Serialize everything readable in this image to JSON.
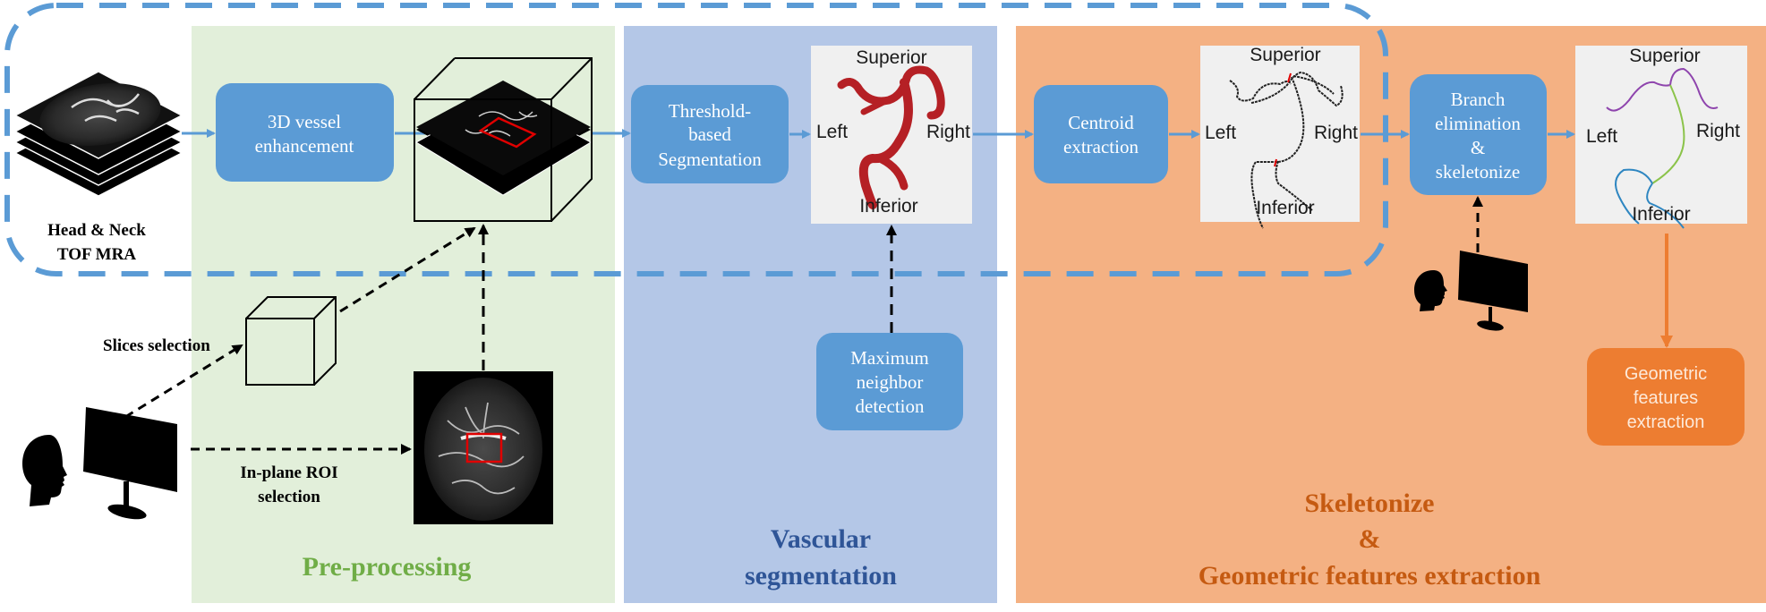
{
  "colors": {
    "preprocessing_bg": "#e2efda",
    "segmentation_bg": "#b4c7e7",
    "skeleton_bg": "#f4b183",
    "process_box": "#5b9bd5",
    "feature_box": "#ed7d31",
    "flow_arrow": "#5b9bd5",
    "orange_arrow": "#ed7d31",
    "dashed_outline": "#5b9bd5",
    "preprocessing_title": "#70ad47",
    "segmentation_title": "#2f5597",
    "skeleton_title": "#c55a11",
    "roi_box": "#e00000",
    "vessel_red": "#b52025"
  },
  "input": {
    "label_line1": "Head & Neck",
    "label_line2": "TOF MRA",
    "icon": "mra-slice-stack-icon"
  },
  "stages": {
    "preprocessing": {
      "title": "Pre-processing",
      "enhancement_box": [
        "3D vessel",
        "enhancement"
      ],
      "slices_selection_label": "Slices selection",
      "roi_selection_label": [
        "In-plane ROI",
        "selection"
      ]
    },
    "segmentation": {
      "title_line1": "Vascular",
      "title_line2": "segmentation",
      "threshold_box": [
        "Threshold-",
        "based",
        "Segmentation"
      ],
      "neighbor_box": [
        "Maximum",
        "neighbor",
        "detection"
      ]
    },
    "skeleton": {
      "title_line1": "Skeletonize",
      "title_line2": "&",
      "title_line3": "Geometric features extraction",
      "centroid_box": [
        "Centroid",
        "extraction"
      ],
      "branch_box": [
        "Branch",
        "elimination",
        "&",
        "skeletonize"
      ],
      "features_box": [
        "Geometric",
        "features",
        "extraction"
      ]
    }
  },
  "orientation_labels": {
    "superior": "Superior",
    "inferior": "Inferior",
    "left": "Left",
    "right": "Right"
  },
  "icons": {
    "user": "human-head-icon",
    "monitor": "computer-monitor-icon",
    "volume": "3d-volume-cube-icon"
  }
}
